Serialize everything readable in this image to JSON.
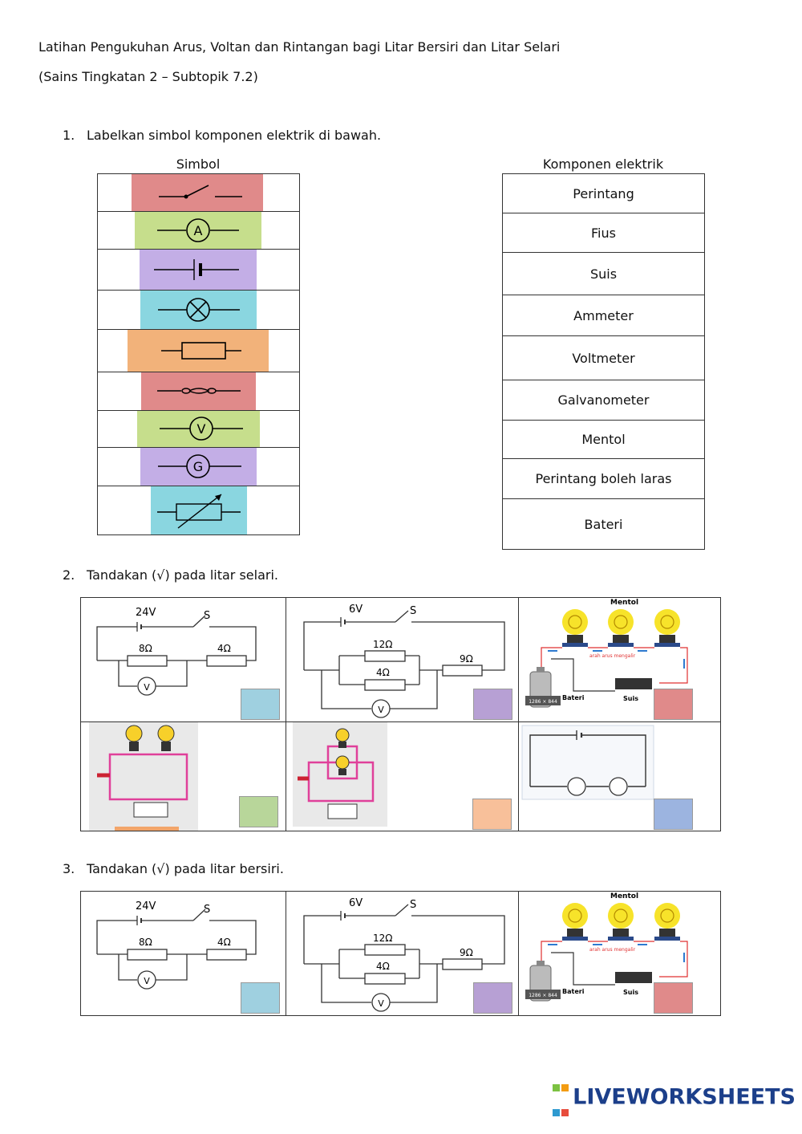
{
  "header": {
    "title": "Latihan Pengukuhan Arus, Voltan dan Rintangan bagi Litar Bersiri dan Litar Selari",
    "subtitle": "(Sains Tingkatan 2 – Subtopik 7.2)"
  },
  "q1": {
    "number": "1.",
    "text": "Labelkan simbol komponen elektrik di bawah.",
    "left_header": "Simbol",
    "right_header": "Komponen elektrik",
    "symbols": [
      {
        "icon": "switch-symbol-icon",
        "color": "#e08a8a"
      },
      {
        "icon": "ammeter-symbol-icon",
        "color": "#c6de8c"
      },
      {
        "icon": "battery-cell-symbol-icon",
        "color": "#c3aee6"
      },
      {
        "icon": "bulb-symbol-icon",
        "color": "#8ad6e0"
      },
      {
        "icon": "resistor-symbol-icon",
        "color": "#f2b27a"
      },
      {
        "icon": "fuse-symbol-icon",
        "color": "#e08a8a"
      },
      {
        "icon": "voltmeter-symbol-icon",
        "color": "#c6de8c"
      },
      {
        "icon": "galvanometer-symbol-icon",
        "color": "#c3aee6"
      },
      {
        "icon": "rheostat-symbol-icon",
        "color": "#8ad6e0"
      }
    ],
    "components": [
      "Perintang",
      "Fius",
      "Suis",
      "Ammeter",
      "Voltmeter",
      "Galvanometer",
      "Mentol",
      "Perintang boleh laras",
      "Bateri"
    ]
  },
  "q2": {
    "number": "2.",
    "text": "Tandakan (√) pada litar selari.",
    "answer_colors": [
      "#9fd0e0",
      "#b7a0d4",
      "#e08a8a",
      "#b8d69a",
      "#f8c09a",
      "#9cb4e0"
    ]
  },
  "q3": {
    "number": "3.",
    "text": "Tandakan (√) pada litar bersiri.",
    "answer_colors": [
      "#9fd0e0",
      "#b7a0d4",
      "#e08a8a"
    ]
  },
  "diagrams": {
    "c1": {
      "volt": "24V",
      "switch": "S",
      "r1": "8Ω",
      "r2": "4Ω",
      "meter": "V"
    },
    "c2": {
      "volt": "6V",
      "switch": "S",
      "r1": "12Ω",
      "r2": "4Ω",
      "r3": "9Ω",
      "meter": "V"
    },
    "c3": {
      "title": "Mentol",
      "flow": "arah arus mengalir",
      "battery": "Bateri",
      "switch": "Suis",
      "size": "1286 × 844"
    }
  },
  "footer": {
    "brand": "LIVEWORKSHEETS",
    "mark_colors": [
      "#7cc242",
      "#f39c12",
      "#2e9ad0",
      "#e74c3c"
    ]
  }
}
